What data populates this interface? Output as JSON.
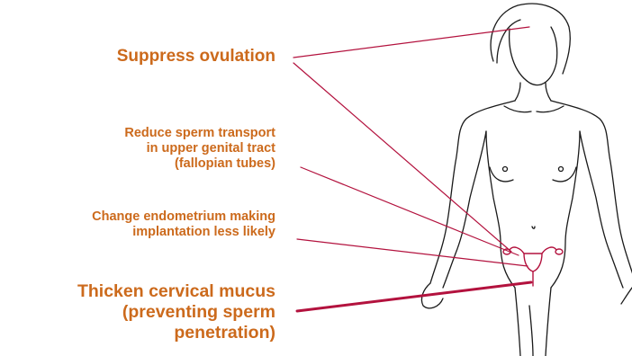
{
  "labels": [
    {
      "id": "suppress-ovulation",
      "lines": [
        "Suppress ovulation"
      ]
    },
    {
      "id": "reduce-sperm-transport",
      "lines": [
        "Reduce sperm transport",
        "in upper genital tract",
        "(fallopian tubes)"
      ]
    },
    {
      "id": "change-endometrium",
      "lines": [
        "Change endometrium making",
        "implantation less likely"
      ]
    },
    {
      "id": "thicken-cervical-mucus",
      "lines": [
        "Thicken cervical mucus",
        "(preventing sperm",
        "penetration)"
      ]
    }
  ],
  "colors": {
    "label_text": "#cc6a1c",
    "pointer_line": "#b3123e",
    "body_outline": "#1a1a1a",
    "uterus": "#b3123e"
  },
  "icons": {
    "figure": "female-body-outline-icon",
    "uterus": "uterus-icon"
  }
}
